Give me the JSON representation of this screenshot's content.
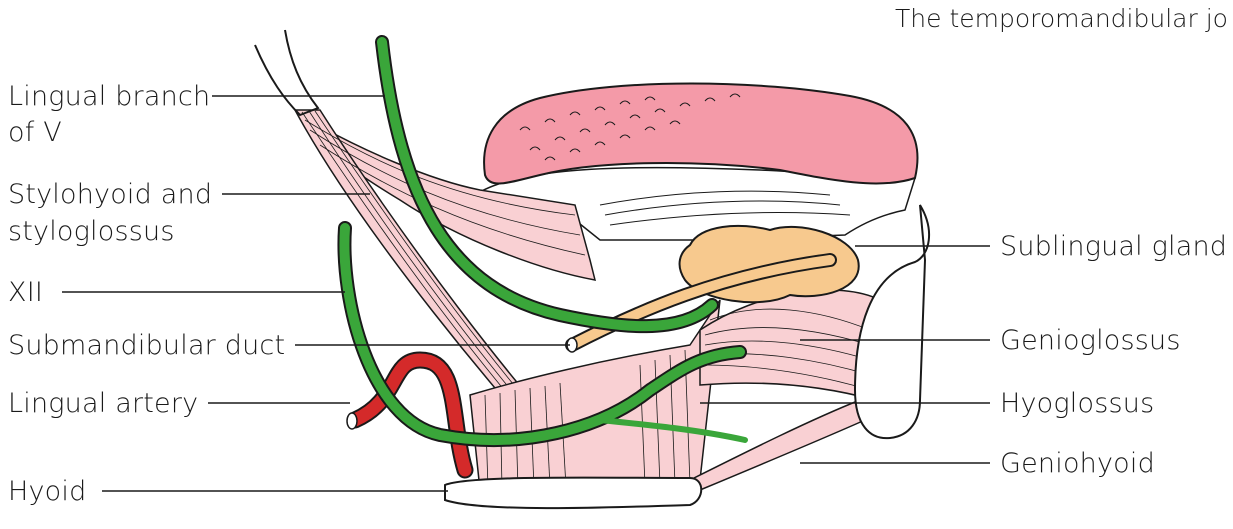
{
  "caption": "The temporomandibular jo",
  "labels": {
    "lingual_branch_line1": "Lingual branch",
    "lingual_branch_line2": "of V",
    "stylohyoid_line1": "Stylohyoid and",
    "stylohyoid_line2": "styloglossus",
    "xii": "XII",
    "submandibular_duct": "Submandibular duct",
    "lingual_artery": "Lingual artery",
    "hyoid": "Hyoid",
    "sublingual_gland": "Sublingual gland",
    "genioglossus": "Genioglossus",
    "hyoglossus": "Hyoglossus",
    "geniohyoid": "Geniohyoid"
  },
  "colors": {
    "tongue": "#f49aa8",
    "muscle": "#f9d0d3",
    "nerve": "#3aa63a",
    "artery": "#d42a2a",
    "gland": "#f7c98e",
    "bone": "#ffffff",
    "outline": "#1a1a1a"
  }
}
